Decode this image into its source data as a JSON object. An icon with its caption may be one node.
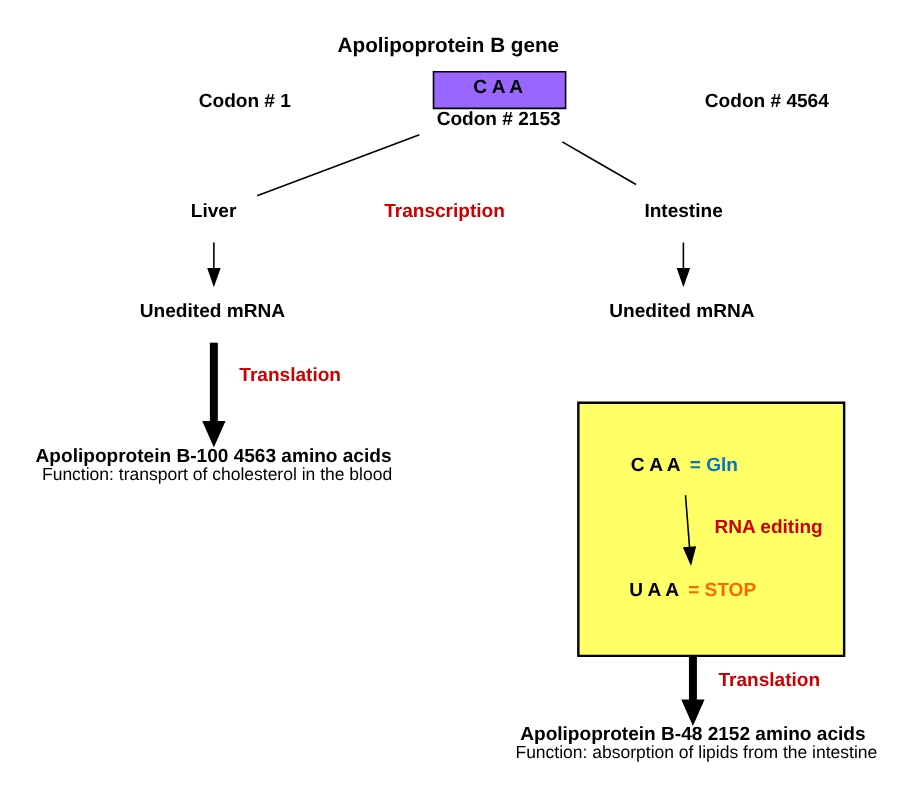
{
  "diagram": {
    "title": "Apolipoprotein B gene",
    "nodes": [
      {
        "text": [
          "C A A"
        ],
        "beside": [
          "Codon # 2153"
        ]
      },
      {
        "text": [
          "Liver"
        ]
      },
      {
        "text": [
          "Intestine"
        ]
      },
      {
        "text": [
          "Unedited mRNA"
        ]
      },
      {
        "text": [
          "Unedited mRNA"
        ]
      },
      {
        "text": [],
        "shape": "box"
      },
      {
        "text": [
          "C A A"
        ],
        "beside": [
          "= Gln"
        ],
        "in": 5
      },
      {
        "text": [
          "U A A"
        ],
        "beside": [
          "= STOP"
        ],
        "in": 5
      },
      {
        "text": [
          "Apolipoprotein B-100 4563 amino acids",
          "Function: transport of cholesterol in the blood"
        ]
      },
      {
        "text": [
          "Apolipoprotein B-48 2152 amino acids",
          "Function: absorption of lipids from the intestine"
        ]
      }
    ],
    "edges": [
      {
        "from": 0,
        "to": 1,
        "arrow": "none"
      },
      {
        "from": 0,
        "to": 2,
        "arrow": "none"
      },
      {
        "from": 1,
        "to": 3,
        "arrow": "to"
      },
      {
        "from": 2,
        "to": 4,
        "arrow": "to"
      },
      {
        "from": 6,
        "to": 7,
        "arrow": "to",
        "label": "RNA editing"
      },
      {
        "from": 3,
        "to": 8,
        "arrow": "to",
        "label": "Translation",
        "style": "thick"
      },
      {
        "from": 5,
        "to": 9,
        "arrow": "to",
        "label": "Translation",
        "style": "thick"
      }
    ],
    "labels": [
      "Codon # 1",
      "Codon # 4564",
      "Transcription"
    ]
  }
}
